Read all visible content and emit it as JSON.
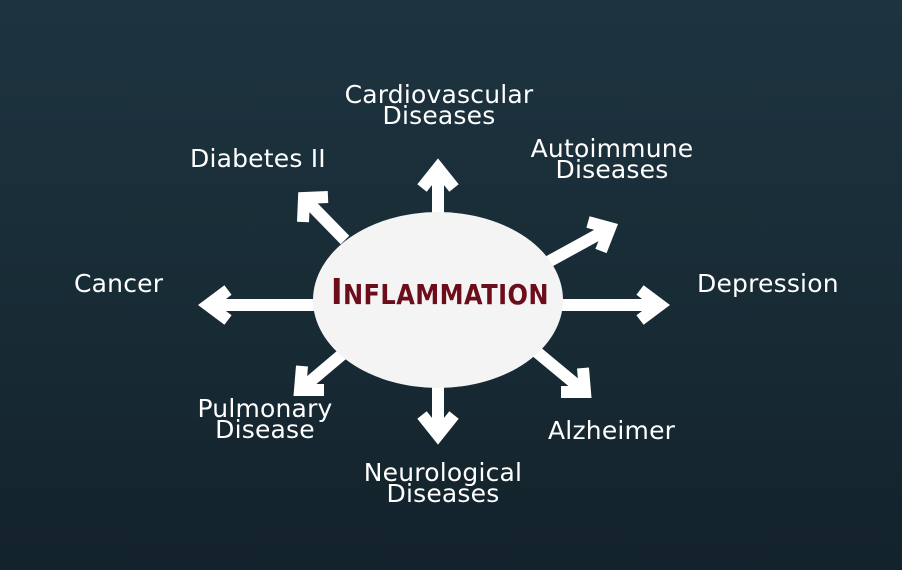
{
  "center": {
    "label_first": "I",
    "label_rest": "NFLAMMATION"
  },
  "labels": {
    "cardiovascular": [
      "Cardiovascular",
      "Diseases"
    ],
    "diabetes": [
      "Diabetes II"
    ],
    "autoimmune": [
      "Autoimmune",
      "Diseases"
    ],
    "cancer": [
      "Cancer"
    ],
    "depression": [
      "Depression"
    ],
    "pulmonary": [
      "Pulmonary",
      "Disease"
    ],
    "alzheimer": [
      "Alzheimer"
    ],
    "neurological": [
      "Neurological",
      "Diseases"
    ]
  },
  "colors": {
    "background": "#1b303b",
    "ellipse": "#f4f4f4",
    "arrow": "#ffffff",
    "center_text": "#6b0d1a",
    "label_text": "#ffffff"
  }
}
